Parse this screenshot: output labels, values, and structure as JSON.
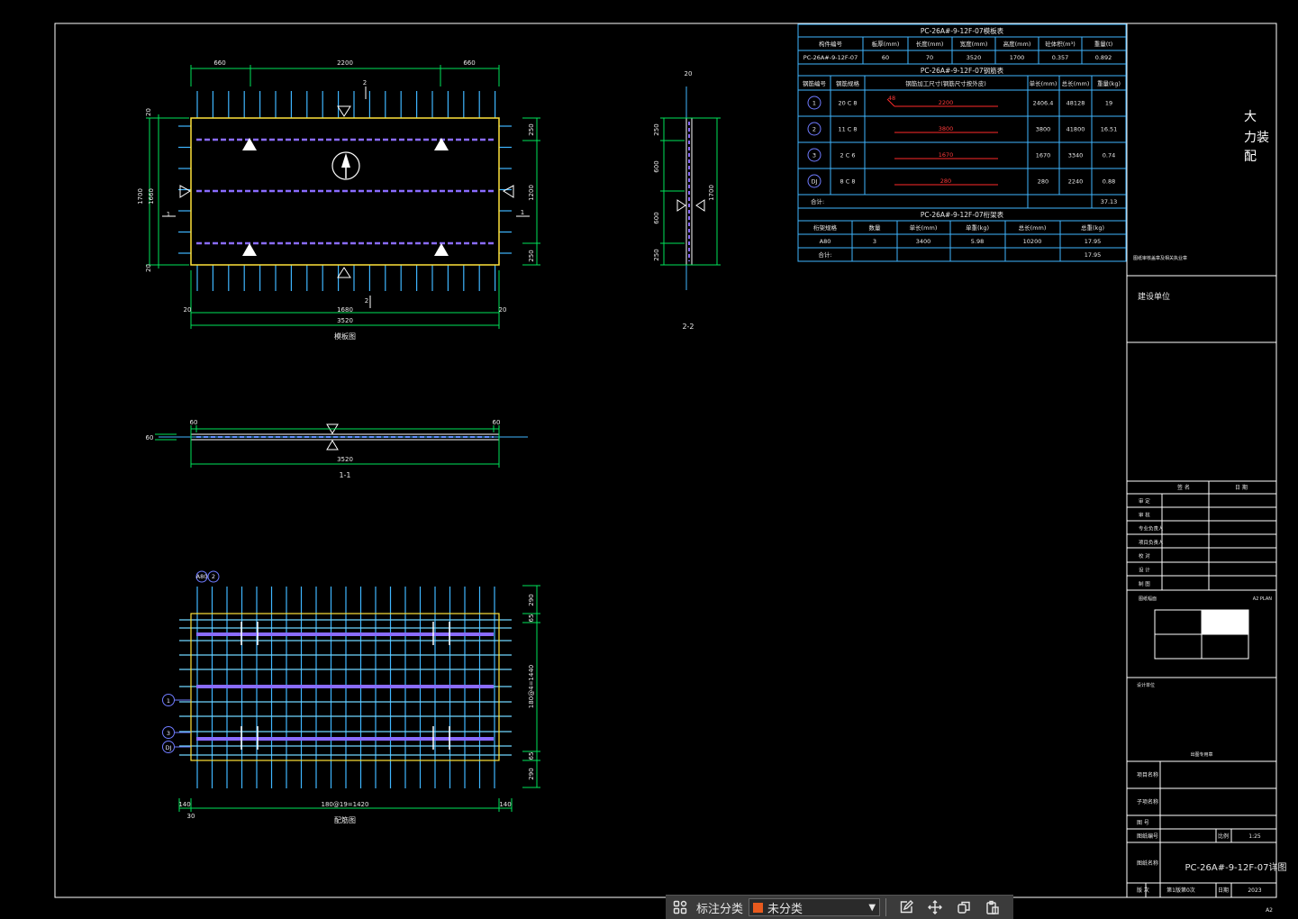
{
  "plan": {
    "top_dims": [
      "660",
      "2200",
      "660"
    ],
    "section_mark": "2",
    "left_dims": [
      "20",
      "1700",
      "1660",
      "20"
    ],
    "side_mark": "1",
    "right_dims": [
      "250",
      "1200",
      "250"
    ],
    "bottom_dims": [
      "20",
      "1680",
      "20",
      "3520"
    ],
    "caption": "模板图"
  },
  "sec11": {
    "dims": [
      "60",
      "60",
      "3520"
    ],
    "left_dim": "60",
    "caption": "1-1"
  },
  "sec22": {
    "dims": [
      "20",
      "250",
      "600",
      "600",
      "250",
      "1700"
    ],
    "caption": "2-2"
  },
  "rebar": {
    "tags": [
      "A80",
      "2",
      "1",
      "3",
      "DJ"
    ],
    "right_dims": [
      "290",
      "65",
      "180@4=1440",
      "65",
      "290"
    ],
    "bottom_dims": [
      "140",
      "180@19=1420",
      "140",
      "30"
    ],
    "caption": "配筋图"
  },
  "table1": {
    "title": "PC-26A#-9-12F-07模板表",
    "headers": [
      "构件编号",
      "板厚(mm)",
      "长度(mm)",
      "宽度(mm)",
      "高度(mm)",
      "砼体积(m³)",
      "重量(t)"
    ],
    "row": [
      "PC-26A#-9-12F-07",
      "60",
      "70",
      "3520",
      "1700",
      "0.357",
      "0.892"
    ]
  },
  "table2": {
    "title": "PC-26A#-9-12F-07钢筋表",
    "headers": [
      "钢筋编号",
      "钢筋规格",
      "钢筋加工尺寸(钢筋尺寸按外皮)",
      "单长(mm)",
      "总长(mm)",
      "重量(kg)"
    ],
    "rows": [
      {
        "no": "1",
        "spec": "20 C 8",
        "shape": "2200",
        "hook": "48",
        "len": "2406.4",
        "total": "48128",
        "wt": "19"
      },
      {
        "no": "2",
        "spec": "11 C 8",
        "shape": "3800",
        "hook": "",
        "len": "3800",
        "total": "41800",
        "wt": "16.51"
      },
      {
        "no": "3",
        "spec": "2 C 6",
        "shape": "1670",
        "hook": "",
        "len": "1670",
        "total": "3340",
        "wt": "0.74"
      },
      {
        "no": "DJ",
        "spec": "8 C 8",
        "shape": "280",
        "hook": "",
        "len": "280",
        "total": "2240",
        "wt": "0.88"
      }
    ],
    "total_label": "合计:",
    "total": "37.13"
  },
  "table3": {
    "title": "PC-26A#-9-12F-07桁架表",
    "headers": [
      "桁架规格",
      "数量",
      "单长(mm)",
      "单重(kg)",
      "总长(mm)",
      "总重(kg)"
    ],
    "row": [
      "A80",
      "3",
      "3400",
      "5.98",
      "10200",
      "17.95"
    ],
    "total_label": "合计:",
    "total": "17.95"
  },
  "title_block": {
    "company": "大力装配",
    "project_note": "图纸审核盖章及相关执业章",
    "unit_label": "建设单位",
    "sign_headers": [
      "签 名",
      "日 期"
    ],
    "roles": [
      "审 定",
      "审 核",
      "专业负责人",
      "项目负责人",
      "校 对",
      "设 计",
      "制 图"
    ],
    "sheet_label": "图纸幅面",
    "sheet_size": "A2  PLAN",
    "design_label": "设计单位",
    "stamp_note": "出图专用章",
    "project_name_label": "项目名称",
    "sub_project_label": "子项名称",
    "drawing_no_label": "图 号",
    "scale_label": "比例",
    "scale": "1:25",
    "figure_no_label": "图纸编号",
    "figure_name_label": "图纸名称",
    "drawing_name": "PC-26A#-9-12F-07详图",
    "version_label": "版 次",
    "version": "第1版第0次",
    "date_label": "日期",
    "date": "2023",
    "corner": "A2"
  },
  "toolbar": {
    "label": "标注分类",
    "selected": "未分类",
    "swatch_color": "#e85a1e"
  }
}
